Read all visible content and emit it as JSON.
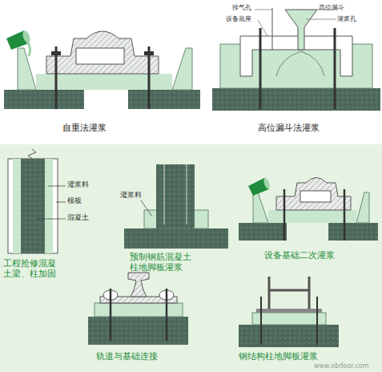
{
  "diagram": {
    "labels": [
      "排气孔",
      "设备底座",
      "高位漏斗",
      "灌浆孔",
      "自重法灌浆",
      "高位漏斗法灌浆",
      "灌浆料",
      "模板",
      "混凝土",
      "工程抢修混凝土梁、柱加固",
      "灌浆料",
      "预制钢筋混凝土柱地脚板灌浆",
      "设备基础二次灌浆",
      "轨道与基础连接",
      "钢结构柱地脚板灌浆",
      "www.ebdoor.com"
    ]
  }
}
